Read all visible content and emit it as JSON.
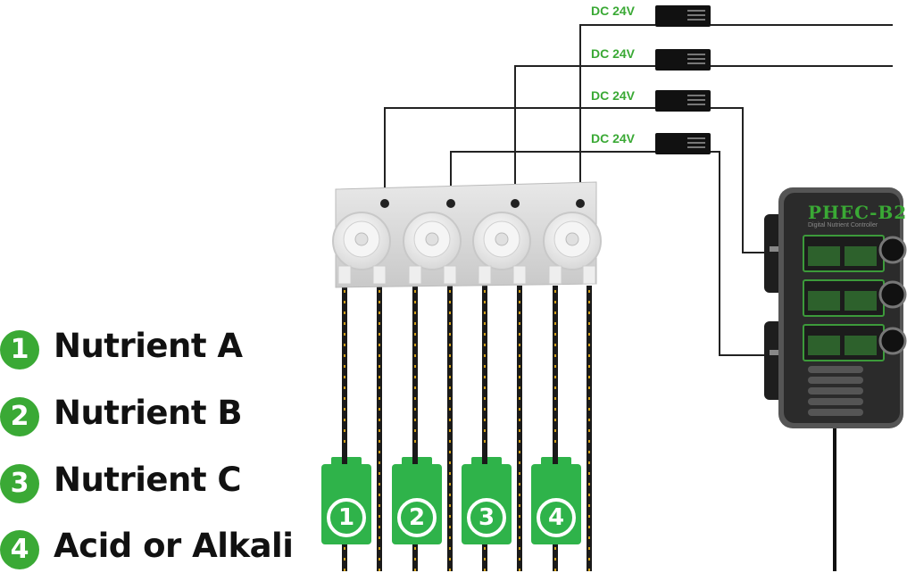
{
  "legend": [
    {
      "number": "1",
      "label": "Nutrient A"
    },
    {
      "number": "2",
      "label": "Nutrient B"
    },
    {
      "number": "3",
      "label": "Nutrient C"
    },
    {
      "number": "4",
      "label": "Acid or Alkali"
    }
  ],
  "power_adapters": [
    {
      "label": "DC 24V"
    },
    {
      "label": "DC 24V"
    },
    {
      "label": "DC 24V"
    },
    {
      "label": "DC 24V"
    }
  ],
  "bottles": [
    "1",
    "2",
    "3",
    "4"
  ],
  "controller": {
    "title": "PHEC-B2",
    "subtitle": "Digital Nutrient Controller"
  },
  "colors": {
    "accent_green": "#3aa935",
    "bottle_green": "#2fb34a",
    "wire": "#222222",
    "controller_body": "#2b2b2b",
    "display_green": "#3c9a3a"
  }
}
